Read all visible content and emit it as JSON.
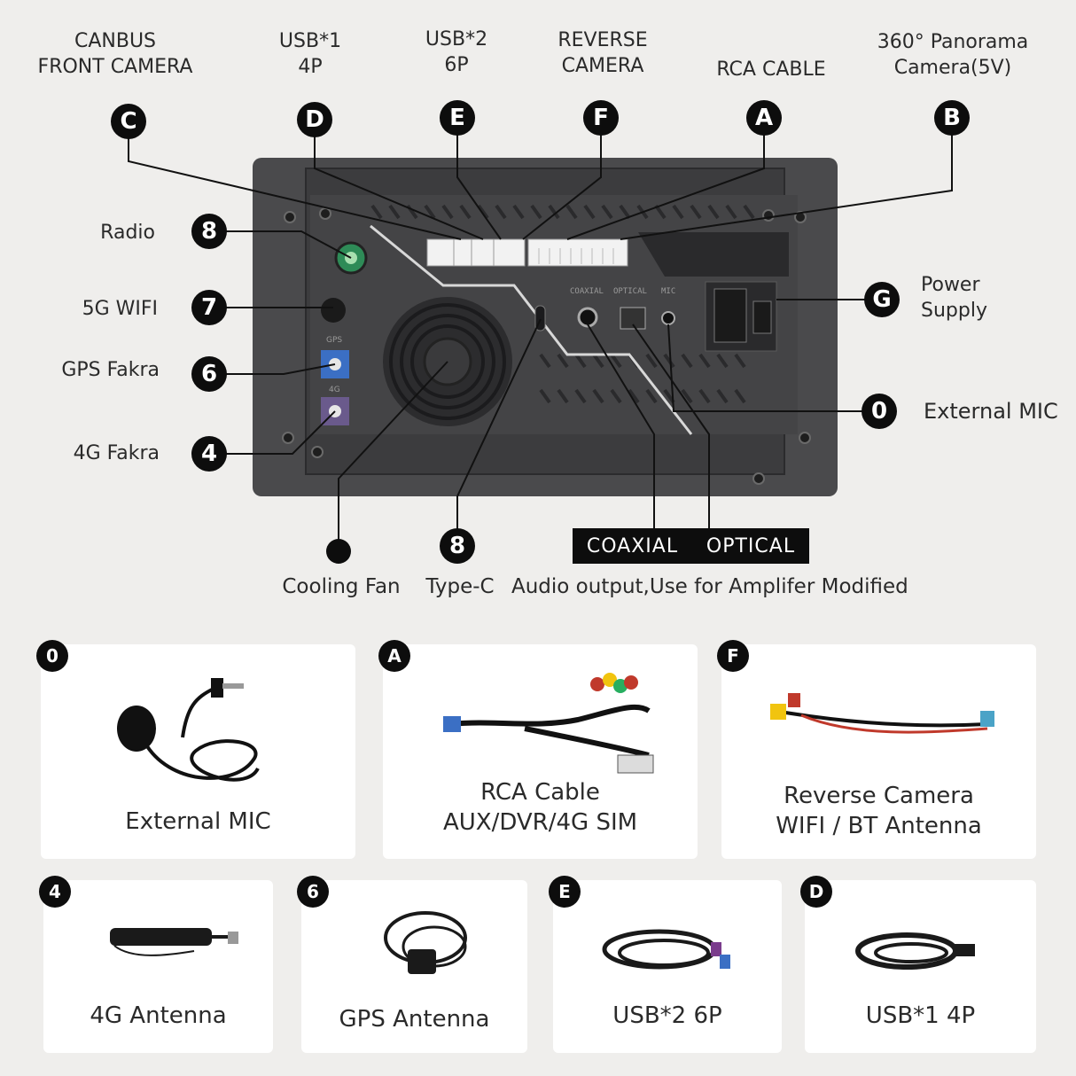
{
  "top_labels": {
    "canbus": [
      "CANBUS",
      "FRONT CAMERA"
    ],
    "usb1": [
      "USB*1",
      "4P"
    ],
    "usb2": [
      "USB*2",
      "6P"
    ],
    "reverse": [
      "REVERSE",
      "CAMERA"
    ],
    "rca": [
      "RCA CABLE"
    ],
    "panorama": [
      "360° Panorama",
      "Camera(5V)"
    ]
  },
  "top_badges": {
    "canbus": "C",
    "usb1": "D",
    "usb2": "E",
    "reverse": "F",
    "rca": "A",
    "panorama": "B"
  },
  "side_labels": {
    "radio": "Radio",
    "wifi": "5G WIFI",
    "gps": "GPS Fakra",
    "fourg": "4G  Fakra",
    "power": [
      "Power",
      "Supply"
    ],
    "mic": "External MIC"
  },
  "side_badges": {
    "radio": "8",
    "wifi": "7",
    "gps": "6",
    "fourg": "4",
    "power": "G",
    "mic": "0"
  },
  "bottom": {
    "fan": "Cooling Fan",
    "typec_badge": "8",
    "typec": "Type-C",
    "coaxial": "COAXIAL",
    "optical": "OPTICAL",
    "audio_note": "Audio output,Use for Amplifer Modified"
  },
  "panel_text": {
    "coaxial": "COAXIAL",
    "optical": "OPTICAL",
    "mic": "MIC",
    "gps": "GPS",
    "fourg": "4G"
  },
  "cards": [
    {
      "badge": "0",
      "label": [
        "External MIC"
      ]
    },
    {
      "badge": "A",
      "label": [
        "RCA Cable",
        "AUX/DVR/4G SIM"
      ]
    },
    {
      "badge": "F",
      "label": [
        "Reverse Camera",
        "WIFI / BT Antenna"
      ]
    },
    {
      "badge": "4",
      "label": [
        "4G Antenna"
      ]
    },
    {
      "badge": "6",
      "label": [
        "GPS Antenna"
      ]
    },
    {
      "badge": "E",
      "label": [
        "USB*2  6P"
      ]
    },
    {
      "badge": "D",
      "label": [
        "USB*1  4P"
      ]
    }
  ]
}
